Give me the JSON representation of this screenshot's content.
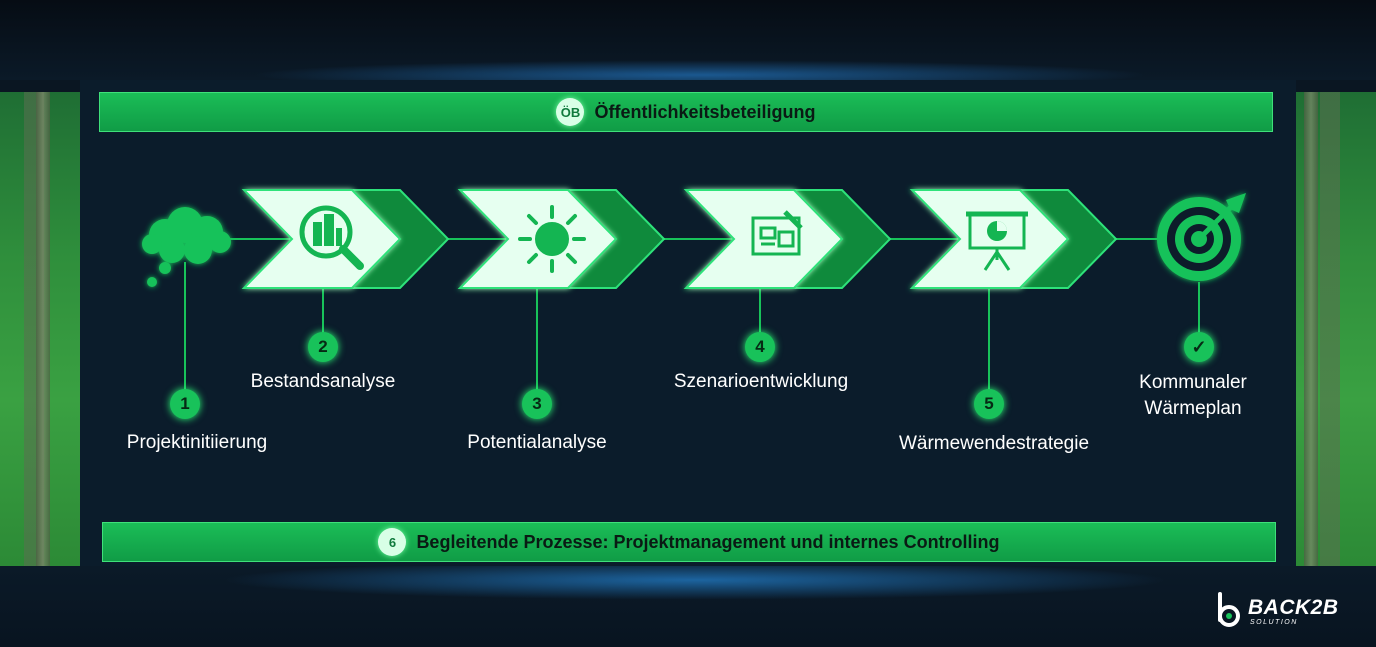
{
  "header_band": {
    "badge": "ÖB",
    "text": "Öffentlichkeitsbeteiligung"
  },
  "footer_band": {
    "badge": "6",
    "text": "Begleitende Prozesse: Projektmanagement und internes Controlling"
  },
  "steps": [
    {
      "number": "1",
      "label": "Projektinitiierung",
      "icon": "thought-cloud-icon"
    },
    {
      "number": "2",
      "label": "Bestandsanalyse",
      "icon": "building-magnifier-icon"
    },
    {
      "number": "3",
      "label": "Potentialanalyse",
      "icon": "sun-icon"
    },
    {
      "number": "4",
      "label": "Szenarioentwicklung",
      "icon": "blueprint-pencil-icon"
    },
    {
      "number": "5",
      "label": "Wärmewendestrategie",
      "icon": "presentation-chart-icon"
    },
    {
      "number": "✓",
      "label": "Kommunaler\nWärmeplan",
      "icon": "target-arrow-icon"
    }
  ],
  "logo": {
    "name": "BACK2B",
    "sub": "SOLUTION"
  },
  "colors": {
    "accent": "#18c25a",
    "band": "#14ad4e",
    "panel": "#0b1c2b",
    "chevron_light": "#e6fff0",
    "chevron_dark": "#0f8a3c"
  }
}
